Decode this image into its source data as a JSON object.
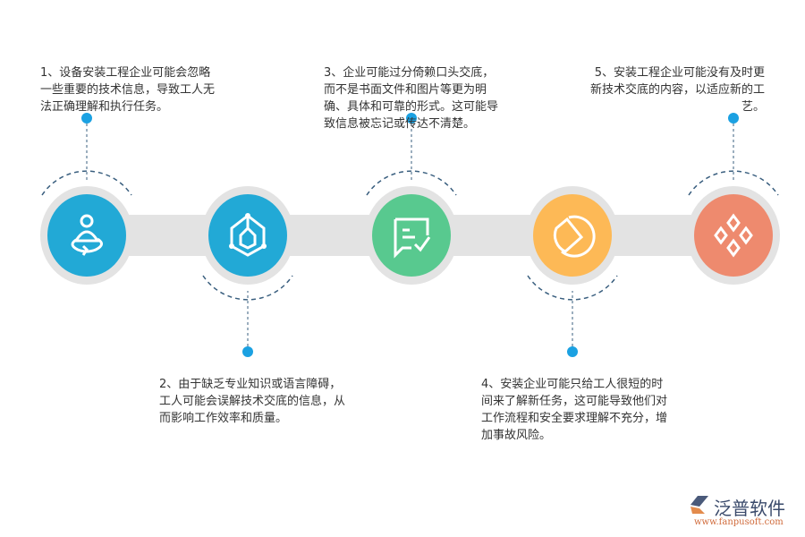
{
  "steps": [
    {
      "text": "1、设备安装工程企业可能会忽略一些重要的技术信息，导致工人无法正确理解和执行任务。",
      "icon": "person-rotate-icon",
      "color": "#22a9d6"
    },
    {
      "text": "2、由于缺乏专业知识或语言障碍，工人可能会误解技术交底的信息，从而影响工作效率和质量。",
      "icon": "network-hexagon-icon",
      "color": "#22a9d6"
    },
    {
      "text": "3、企业可能过分倚赖口头交底，而不是书面文件和图片等更为明确、具体和可靠的形式。这可能导致信息被忘记或传达不清楚。",
      "icon": "message-check-icon",
      "color": "#58c98f"
    },
    {
      "text": "4、安装企业可能只给工人很短的时间来了解新任务，这可能导致他们对工作流程和安全要求理解不充分，增加事故风险。",
      "icon": "pie-chart-icon",
      "color": "#fdb956"
    },
    {
      "text": "5、安装工程企业可能没有及时更新技术交底的内容，以适应新的工艺。",
      "icon": "diamonds-icon",
      "color": "#ee8a6e"
    }
  ],
  "colors": {
    "track": "#e3e3e3",
    "dot": "#1ba1e2",
    "dash": "#3a5f7f"
  },
  "logo": {
    "name": "泛普软件",
    "url": "www.fanpusoft.com"
  }
}
